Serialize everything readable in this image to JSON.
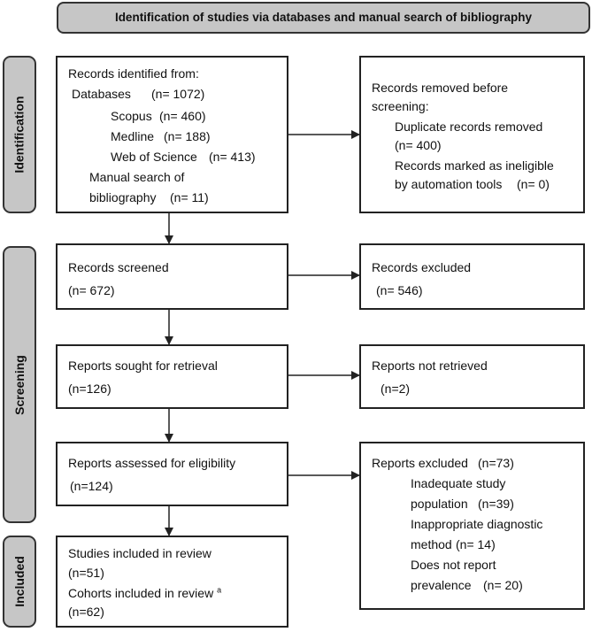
{
  "header": "Identification of studies via databases and manual search of bibliography",
  "phases": {
    "identification": "Identification",
    "screening": "Screening",
    "included": "Included"
  },
  "identified": {
    "title": "Records identified from:",
    "databases": "Databases",
    "databases_n": "(n= 1072)",
    "scopus": "Scopus",
    "scopus_n": "(n= 460)",
    "medline": "Medline",
    "medline_n": "(n= 188)",
    "wos": "Web of Science",
    "wos_n": "(n= 413)",
    "manual_1": "Manual search of",
    "manual_2": "bibliography",
    "manual_n": "(n= 11)"
  },
  "removed": {
    "title_1": "Records removed before",
    "title_2": "screening:",
    "dup": "Duplicate records removed",
    "dup_n": "(n= 400)",
    "inel_1": "Records marked as ineligible",
    "inel_2": "by automation tools",
    "inel_n": "(n= 0)"
  },
  "screened": {
    "title": "Records screened",
    "n": "(n= 672)"
  },
  "excluded": {
    "title": "Records excluded",
    "n": "(n= 546)"
  },
  "sought": {
    "title": "Reports sought for retrieval",
    "n": "(n=126)"
  },
  "not_retrieved": {
    "title": "Reports not retrieved",
    "n": "(n=2)"
  },
  "assessed": {
    "title": "Reports assessed for eligibility",
    "n": "(n=124)"
  },
  "reports_excluded": {
    "title": "Reports excluded",
    "title_n": "(n=73)",
    "r1_1": "Inadequate study",
    "r1_2": "population",
    "r1_n": "(n=39)",
    "r2_1": "Inappropriate diagnostic",
    "r2_2": "method",
    "r2_n": "(n= 14)",
    "r3_1": "Does not report",
    "r3_2": "prevalence",
    "r3_n": "(n= 20)"
  },
  "included": {
    "studies": "Studies included in review",
    "studies_n": "(n=51)",
    "cohorts": "Cohorts included in review",
    "cohorts_sup": "a",
    "cohorts_n": "(n=62)"
  }
}
